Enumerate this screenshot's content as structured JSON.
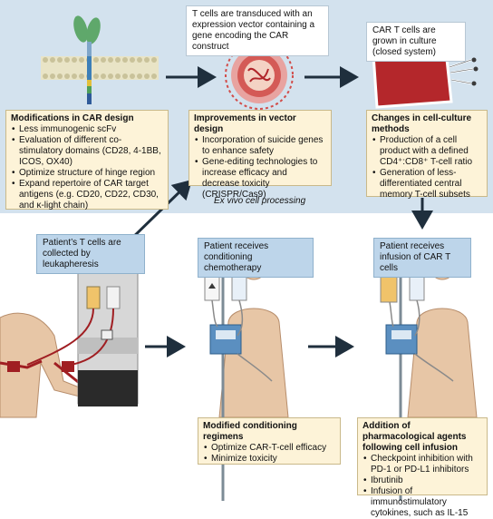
{
  "top": {
    "vector_label": "T cells are transduced with an expression vector containing a gene encoding the CAR construct",
    "culture_label": "CAR T cells are grown in culture (closed system)",
    "ex_vivo_label": "Ex vivo cell processing"
  },
  "boxes": {
    "car_design": {
      "title": "Modifications in CAR design",
      "items": [
        "Less immunogenic scFv",
        "Evaluation of different co-stimulatory domains (CD28, 4-1BB, ICOS, OX40)",
        "Optimize structure of hinge region",
        "Expand repertoire of CAR target antigens (e.g. CD20, CD22, CD30, and κ-light chain)"
      ]
    },
    "vector_design": {
      "title": "Improvements in vector design",
      "items": [
        "Incorporation of suicide genes to enhance safety",
        "Gene-editing technologies to increase efficacy and decrease toxicity (CRISPR/Cas9)"
      ]
    },
    "culture_methods": {
      "title": "Changes in cell-culture methods",
      "items": [
        "Production of a cell product with a defined CD4⁺:CD8⁺ T-cell ratio",
        "Generation of less-differentiated central memory T-cell subsets"
      ]
    },
    "conditioning": {
      "title": "Modified conditioning regimens",
      "items": [
        "Optimize CAR-T-cell efficacy",
        "Minimize toxicity"
      ]
    },
    "pharmacological": {
      "title": "Addition of pharmacological agents following cell infusion",
      "items": [
        "Checkpoint inhibition with PD-1 or PD-L1 inhibitors",
        "Ibrutinib",
        "Infusion of immunostimulatory cytokines, such as IL-15"
      ]
    }
  },
  "bottom": {
    "collection_label": "Patient’s T cells are collected by leukapheresis",
    "chemo_label": "Patient receives conditioning chemotherapy",
    "infusion_label": "Patient receives infusion of CAR T cells"
  },
  "colors": {
    "top_bg": "#d3e2ee",
    "box_fill": "#fdf3d8",
    "label_blue": "#bdd5ea",
    "arrow": "#1f2f3d",
    "skin": "#e7c6a6",
    "blood": "#a01e22"
  }
}
